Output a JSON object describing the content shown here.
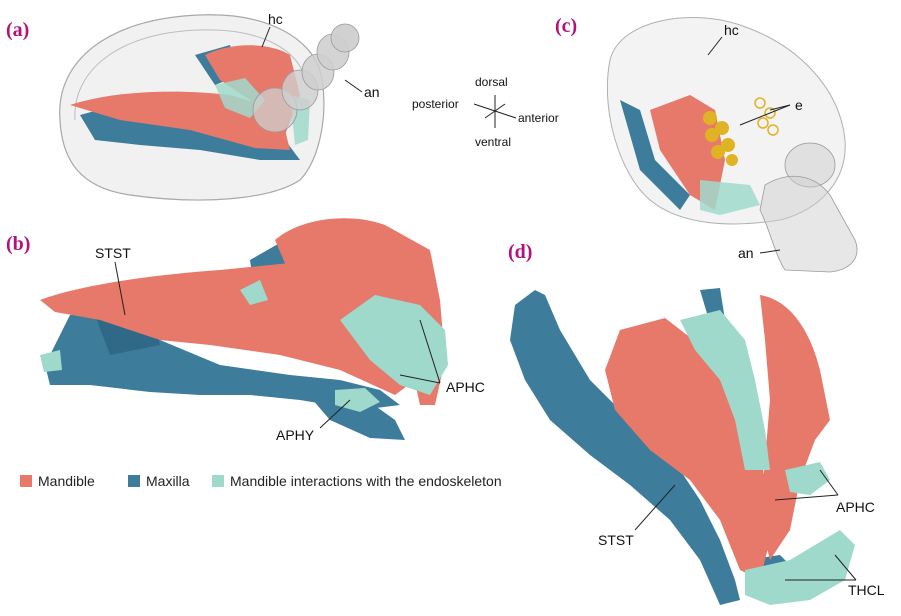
{
  "colors": {
    "mandible": "#e7796a",
    "maxilla": "#3e7c9b",
    "interaction": "#9fd9cb",
    "capsule": "#d8d8d8",
    "antenna": "#cfcfcf",
    "eye": "#e0b325",
    "panel_letter": "#b3127a"
  },
  "panels": {
    "a": {
      "letter": "(a)",
      "labels": {
        "hc": "hc",
        "an": "an"
      }
    },
    "b": {
      "letter": "(b)",
      "labels": {
        "stst": "STST",
        "aphc": "APHC",
        "aphy": "APHY"
      }
    },
    "c": {
      "letter": "(c)",
      "labels": {
        "hc": "hc",
        "e": "e",
        "an": "an"
      }
    },
    "d": {
      "letter": "(d)",
      "labels": {
        "stst": "STST",
        "aphc": "APHC",
        "thcl": "THCL"
      }
    }
  },
  "orientation": {
    "dorsal": "dorsal",
    "ventral": "ventral",
    "anterior": "anterior",
    "posterior": "posterior"
  },
  "legend": [
    {
      "label": "Mandible",
      "color_key": "mandible"
    },
    {
      "label": "Maxilla",
      "color_key": "maxilla"
    },
    {
      "label": "Mandible interactions with the endoskeleton",
      "color_key": "interaction"
    }
  ]
}
